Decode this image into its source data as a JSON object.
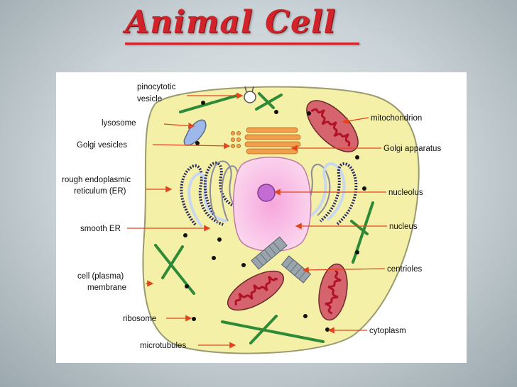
{
  "title": "Animal Cell",
  "labels": {
    "pinocytotic_line1": "pinocytotic",
    "pinocytotic_line2": "vesicle",
    "lysosome": "lysosome",
    "golgi_vesicles": "Golgi vesicles",
    "rough_er_line1": "rough endoplasmic",
    "rough_er_line2": "reticulum (ER)",
    "smooth_er": "smooth ER",
    "cell_membrane_line1": "cell (plasma)",
    "cell_membrane_line2": "membrane",
    "ribosome": "ribosome",
    "microtubules": "microtubules",
    "mitochondrion": "mitochondrion",
    "golgi_apparatus": "Golgi apparatus",
    "nucleolus": "nucleolus",
    "nucleus": "nucleus",
    "centrioles": "centrioles",
    "cytoplasm": "cytoplasm"
  },
  "colors": {
    "title": "#d2232a",
    "cytoplasm": "#f4f0a8",
    "membrane": "#9a9a70",
    "nucleus": "#f9c9e9",
    "nucleolus": "#c46bd6",
    "golgi": "#f0a04a",
    "mitochondrion": "#d6646e",
    "mito_cristae": "#b01228",
    "microtubule": "#2e8a36",
    "leader_line": "#e2451e",
    "lysosome": "#9fb8ea"
  }
}
